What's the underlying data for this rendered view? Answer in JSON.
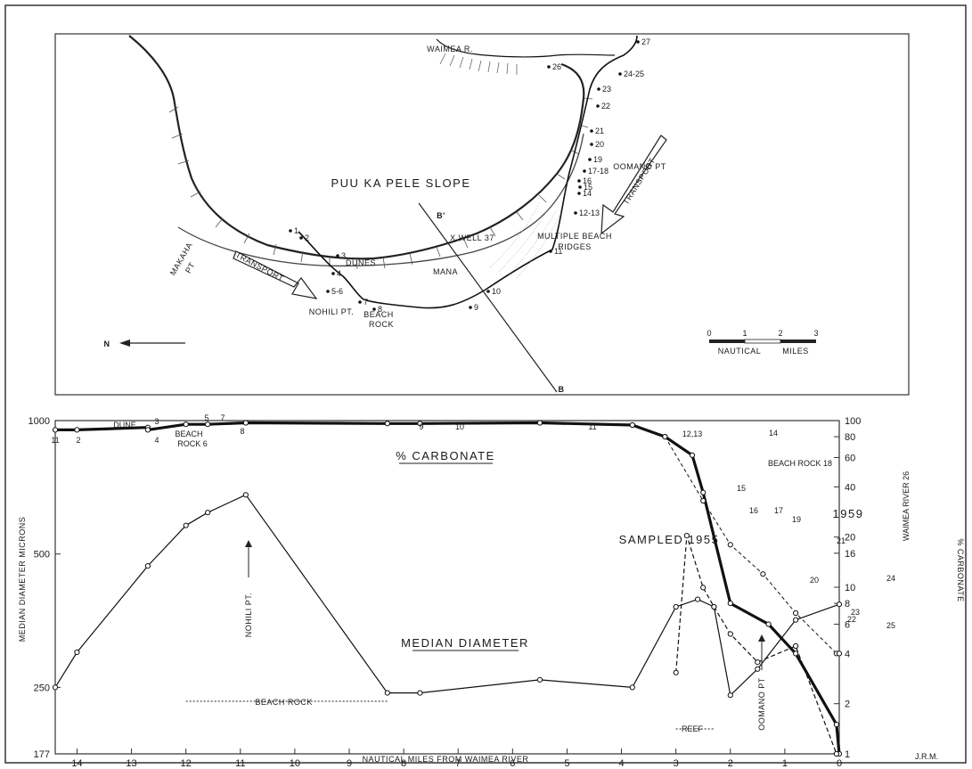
{
  "map": {
    "region_labels": [
      "PUU KA PELE SLOPE",
      "MANA",
      "WAIMEA R.",
      "OOMANO PT",
      "NOHILI PT.",
      "MAKAHA",
      "PT",
      "X WELL 37"
    ],
    "feature_labels": [
      "DUNES",
      "BEACH",
      "ROCK",
      "MULTIPLE BEACH",
      "RIDGES",
      "TRANSPORT",
      "TRANSPORT",
      "B'",
      "B",
      "N"
    ],
    "station_labels": [
      "1",
      "2",
      "3",
      "4",
      "5-6",
      "7",
      "8",
      "9",
      "10",
      "11",
      "12-13",
      "14",
      "15",
      "16",
      "17-18",
      "19",
      "20",
      "21",
      "22",
      "23",
      "24-25",
      "26",
      "27"
    ],
    "scale": {
      "ticks": [
        "0",
        "1",
        "2",
        "3"
      ],
      "caption_left": "NAUTICAL",
      "caption_right": "MILES"
    }
  },
  "chart_data": {
    "type": "line",
    "xlabel": "NAUTICAL MILES FROM WAIMEA RIVER",
    "ylabel_left": "MEDIAN DIAMETER MICRONS",
    "ylabel_right": "% CARBONATE",
    "x_ticks": [
      "14",
      "13",
      "12",
      "11",
      "10",
      "9",
      "8",
      "7",
      "6",
      "5",
      "4",
      "3",
      "2",
      "1",
      "0"
    ],
    "xlim": [
      14.4,
      0
    ],
    "y_left_ticks": [
      "1000",
      "500",
      "250",
      "177"
    ],
    "y_left_scale": "log",
    "ylim_left": [
      177,
      1000
    ],
    "y_right_ticks": [
      "100",
      "80",
      "60",
      "40",
      "20",
      "16",
      "10",
      "8",
      "6",
      "4",
      "2",
      "1"
    ],
    "y_right_scale": "log",
    "ylim_right": [
      1,
      100
    ],
    "series": [
      {
        "name": "% CARBONATE",
        "axis": "right",
        "style": "thick",
        "x": [
          14.4,
          14.0,
          12.7,
          12.7,
          12.0,
          11.6,
          10.9,
          8.3,
          7.7,
          5.5,
          3.8,
          3.8,
          3.2,
          2.7,
          2.5,
          2.0,
          1.3,
          0.8,
          0.05,
          0.0
        ],
        "y": [
          88,
          88,
          91,
          88,
          95,
          95,
          97,
          96,
          96,
          97,
          94,
          94,
          80,
          62,
          37,
          8,
          6,
          4,
          1.5,
          1
        ]
      },
      {
        "name": "SAMPLED 1955",
        "axis": "left",
        "style": "solid",
        "x": [
          14.4,
          14.0,
          12.7,
          12.0,
          11.6,
          10.9,
          8.3,
          7.7,
          5.5,
          3.8,
          3.0,
          2.6,
          2.3,
          2.0,
          1.5,
          0.8,
          0.0
        ],
        "y": [
          250,
          300,
          470,
          580,
          620,
          680,
          243,
          243,
          260,
          250,
          380,
          395,
          380,
          240,
          275,
          355,
          385
        ]
      },
      {
        "name": "1959",
        "axis": "left",
        "style": "dashed",
        "x": [
          3.0,
          2.8,
          2.5,
          2.3,
          2.0,
          1.5,
          0.8,
          0.05
        ],
        "y": [
          270,
          550,
          420,
          380,
          330,
          285,
          310,
          177
        ]
      },
      {
        "name": "",
        "axis": "right",
        "style": "thin-dashed",
        "x": [
          3.2,
          2.5,
          2.0,
          1.4,
          0.8,
          0.05,
          0.0
        ],
        "y": [
          80,
          33,
          18,
          12,
          7,
          4,
          4
        ]
      }
    ],
    "data_labels": [
      "11",
      "2",
      "DUNE",
      "3",
      "4",
      "5",
      "7",
      "BEACH",
      "ROCK 6",
      "8",
      "9",
      "10",
      "11",
      "12,13",
      "14",
      "15",
      "16",
      "17",
      "19",
      "20",
      "21",
      "22",
      "23",
      "24",
      "25",
      "BEACH ROCK 18",
      "WAIMEA RIVER 26"
    ],
    "annotations": {
      "carbonate": "% CARBONATE",
      "median": "MEDIAN DIAMETER",
      "sampled": "SAMPLED 1955",
      "year": "1959",
      "nohili": "NOHILI PT.",
      "oomano": "OOMANO PT",
      "beach_rock": "BEACH ROCK",
      "reef": "REEF",
      "initials": "J.R.M."
    }
  }
}
